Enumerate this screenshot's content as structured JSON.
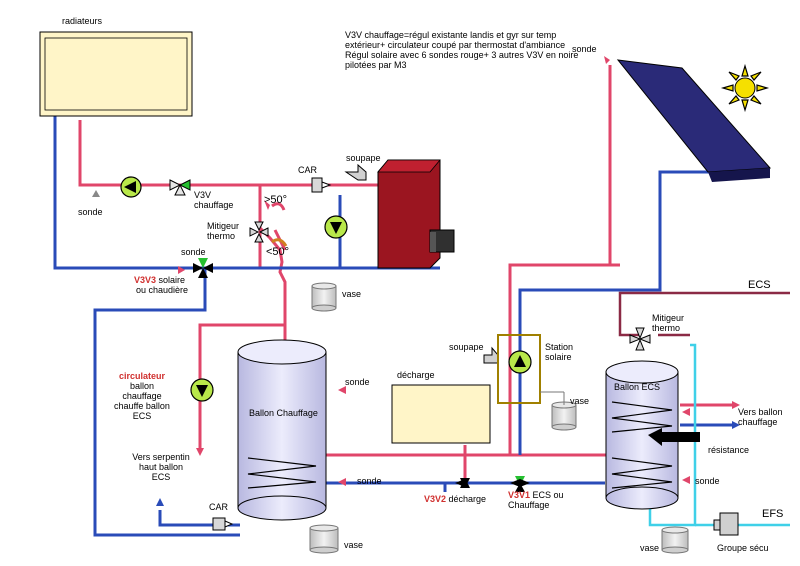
{
  "note": {
    "line1": "V3V chauffage=régul existante landis et gyr sur temp extérieur+ circulateur coupé par thermostat d'ambiance",
    "line2": "Régul solaire avec 6 sondes rouge+ 3 autres V3V en noire pilotées par M3"
  },
  "labels": {
    "radiateurs": "radiateurs",
    "sonde_radiateur": "sonde",
    "v3v_chauffage": "V3V",
    "v3v_chauffage_2": "chauffage",
    "car_top": "CAR",
    "soupape_top": "soupape",
    "gt50": ">50°",
    "lt50": "<50°",
    "mitigeur_thermo": "Mitigeur",
    "mitigeur_thermo_2": "thermo",
    "sonde_v3v3": "sonde",
    "v3v3_red": "V3V3",
    "v3v3_rest": " solaire",
    "v3v3_line2": "ou chaudière",
    "vase_chaudiere": "vase",
    "sonde_panneau": "sonde",
    "ecs_top": "ECS",
    "mitigeur_ecs": "Mitigeur",
    "mitigeur_ecs_2": "thermo",
    "soupape_station": "soupape",
    "station_solaire": "Station",
    "station_solaire_2": "solaire",
    "decharge": "décharge",
    "vase_station": "vase",
    "circulateur_red": "circulateur",
    "circ_l2": "ballon",
    "circ_l3": "chauffage",
    "circ_l4": "chauffe ballon",
    "circ_l5": "ECS",
    "sonde_ballon_chauffage": "sonde",
    "ballon_chauffage": "Ballon Chauffage",
    "vers_serpentin": "Vers serpentin",
    "vers_serpentin_2": "haut ballon",
    "vers_serpentin_3": "ECS",
    "sonde_bas_chauffage": "sonde",
    "car_bottom": "CAR",
    "vase_ballon_chauffage": "vase",
    "v3v2_red": "V3V2",
    "v3v2_rest": " décharge",
    "v3v1_red": "V3V1",
    "v3v1_rest": " ECS ou",
    "v3v1_line2": "Chauffage",
    "ballon_ecs": "Ballon ECS",
    "vers_ballon": "Vers ballon",
    "vers_ballon_2": "chauffage",
    "resistance": "résistance",
    "sonde_ecs": "sonde",
    "efs": "EFS",
    "vase_ecs": "vase",
    "groupe_secu": "Groupe sécu"
  },
  "colors": {
    "hot_pipe": "#e0466a",
    "cold_pipe": "#2a4bb8",
    "ecs_pipe": "#8b2a45",
    "efs_pipe": "#3fd0e8",
    "tank_fill": "#dcdcf4",
    "boiler": "#9b1520",
    "panel": "#2a2a78",
    "circulator_fill": "#b9e84a",
    "sun": "#f5e000",
    "red_label": "#d0302f"
  }
}
